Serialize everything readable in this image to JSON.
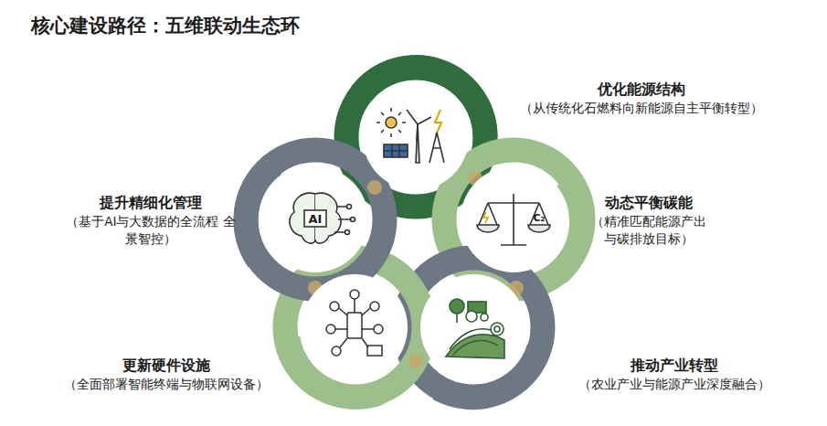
{
  "diagram": {
    "title": "核心建设路径：五维联动生态环",
    "nodes": [
      {
        "text": [
          "优化能源结构",
          "（从传统化石燃料向新能源自主平衡转型）"
        ]
      },
      {
        "text": [
          "动态平衡碳能",
          "（精准匹配能源产出 与碳排放目标）"
        ]
      },
      {
        "text": [
          "推动产业转型",
          "（农业产业与能源产业深度融合）"
        ]
      },
      {
        "text": [
          "更新硬件设施",
          "（全面部署智能终端与物联网设备）"
        ]
      },
      {
        "text": [
          "提升精细化管理",
          "（基于AI与大数据的全流程 全景智控）"
        ]
      }
    ],
    "labels": [
      "AI",
      "C₂"
    ]
  }
}
